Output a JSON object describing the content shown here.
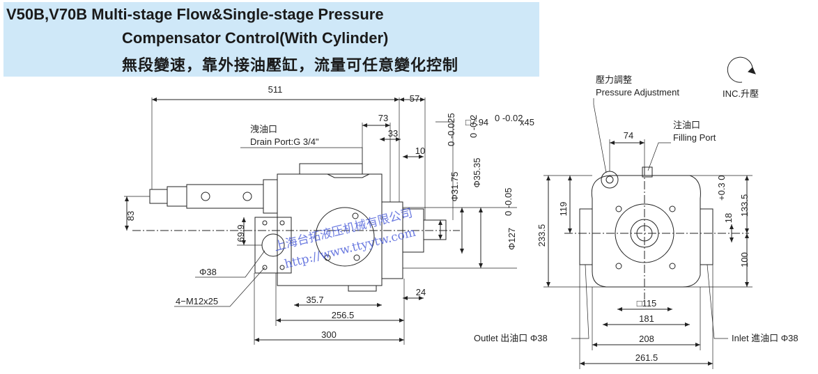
{
  "header": {
    "title_line1": "V50B,V70B Multi-stage Flow&Single-stage Pressure",
    "title_line2": "Compensator Control(With Cylinder)",
    "title_line3": "無段變速，靠外接油壓缸，流量可任意變化控制"
  },
  "side_view": {
    "dim_511": "511",
    "dim_57": "57",
    "dim_73": "73",
    "dim_33": "33",
    "dim_10": "10",
    "shaft_key": "□7.94",
    "shaft_key_tol": "0 -0.02",
    "shaft_key_x45": "x45",
    "drain_port_cn": "洩油口",
    "drain_port_en": "Drain Port:G 3/4\"",
    "dim_83": "83",
    "dim_69_9": "69.9",
    "dim_phi31_75": "Φ31.75",
    "dim_phi31_75_tol": "0 -0.025",
    "dim_phi35_35": "Φ35.35",
    "dim_phi35_35_tol": "0 -0.2",
    "dim_phi127": "Φ127",
    "dim_phi127_tol": "0 -0.05",
    "dim_phi38": "Φ38",
    "bolt_label": "4−M12x25",
    "dim_35_7": "35.7",
    "dim_24": "24",
    "dim_256_5": "256.5",
    "dim_300": "300"
  },
  "front_view": {
    "pressure_adj_cn": "壓力調整",
    "pressure_adj_en": "Pressure Adjustment",
    "inc_label": "INC.升壓",
    "filling_port_cn": "注油口",
    "filling_port_en": "Filling Port",
    "dim_74": "74",
    "dim_119": "119",
    "dim_233_5": "233.5",
    "dim_18": "18",
    "dim_18_tol": "+0.3 0",
    "dim_133_5": "133.5",
    "dim_100": "100",
    "dim_115": "□115",
    "dim_181": "181",
    "dim_208": "208",
    "dim_261_5": "261.5",
    "outlet_label": "Outlet 出油口 Φ38",
    "inlet_label": "Inlet 進油口 Φ38"
  },
  "watermark": {
    "company": "上海台拓液压机械有限公司",
    "url": "http://www.ttyytw.com"
  }
}
